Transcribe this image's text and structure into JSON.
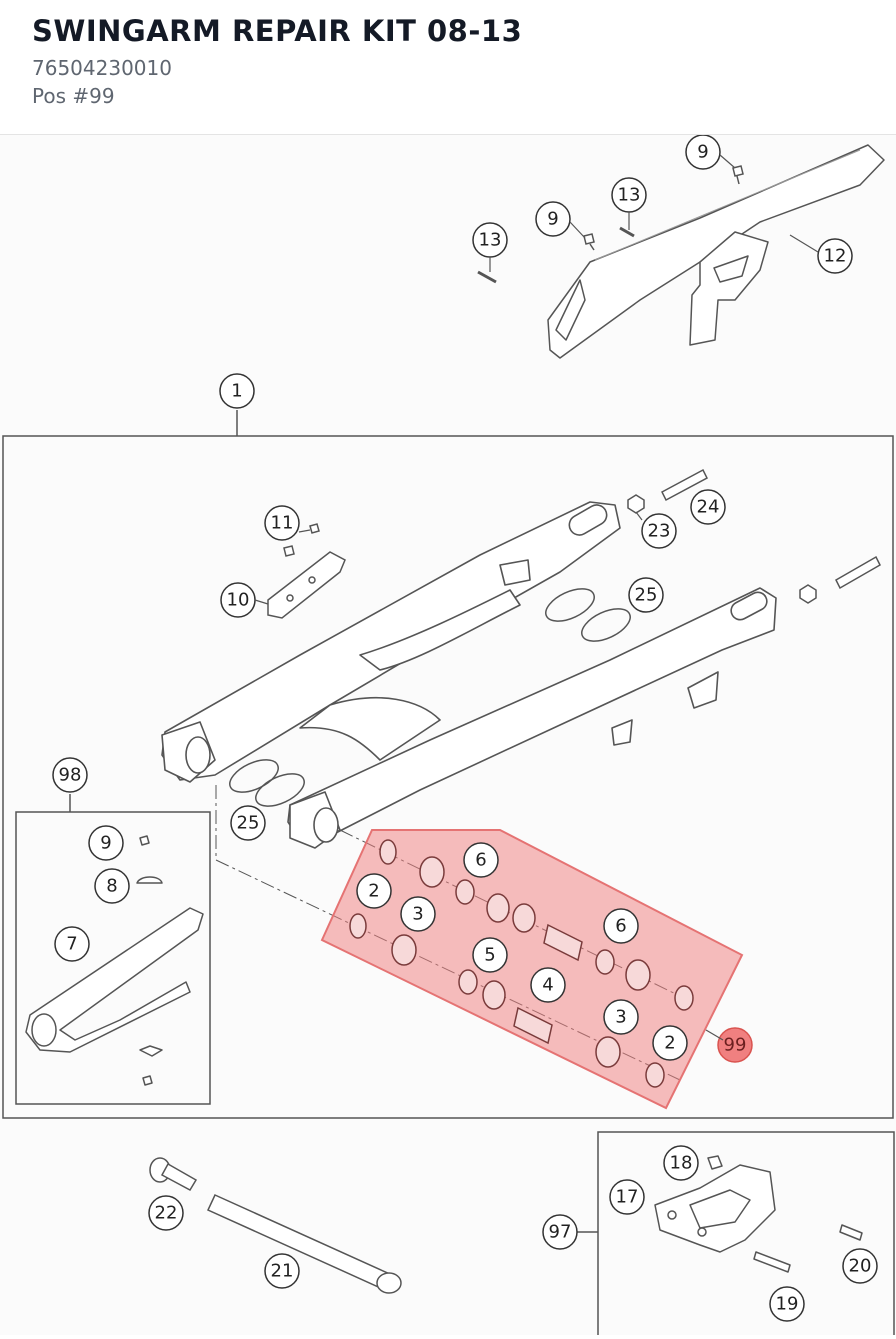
{
  "product": {
    "title": "SWINGARM REPAIR KIT 08-13",
    "part_number": "76504230010",
    "position": "Pos #99"
  },
  "diagram": {
    "highlight_color": "#f08080",
    "callouts": [
      "9",
      "13",
      "9",
      "13",
      "12",
      "1",
      "11",
      "10",
      "23",
      "24",
      "25",
      "98",
      "9",
      "8",
      "7",
      "25",
      "6",
      "2",
      "3",
      "6",
      "5",
      "4",
      "3",
      "2",
      "99",
      "22",
      "21",
      "18",
      "17",
      "97",
      "20",
      "19"
    ]
  }
}
